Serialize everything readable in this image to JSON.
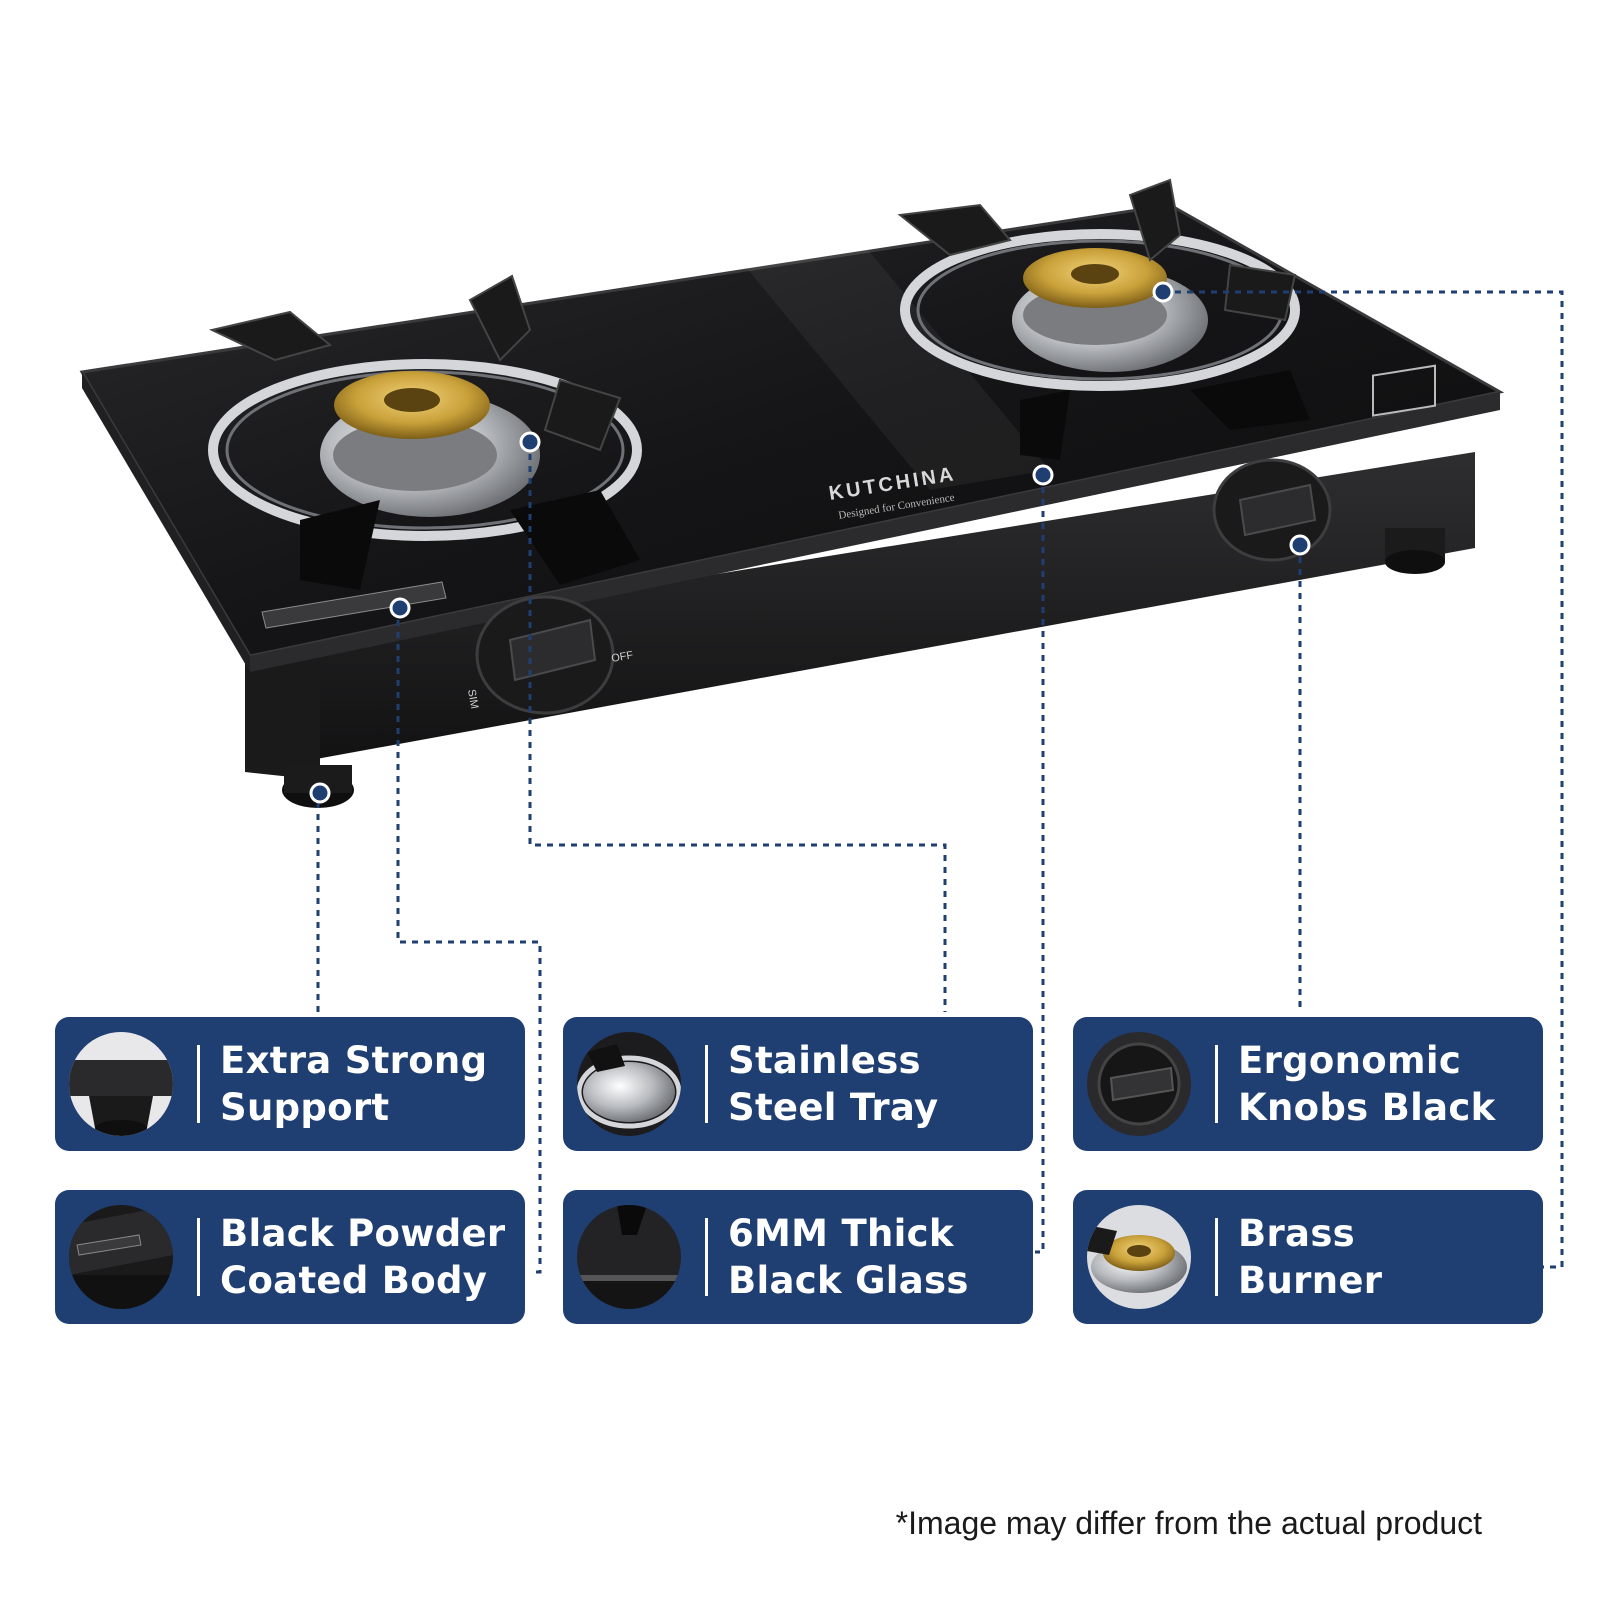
{
  "brand": {
    "logo": "KUTCHINA",
    "tagline": "Designed for Convenience"
  },
  "knob_marks": {
    "off": "OFF",
    "sim": "SIM"
  },
  "features": [
    {
      "line1": "Extra Strong",
      "line2": "Support",
      "icon": "stove-leg-icon"
    },
    {
      "line1": "Stainless",
      "line2": "Steel Tray",
      "icon": "steel-tray-icon"
    },
    {
      "line1": "Ergonomic",
      "line2": "Knobs Black",
      "icon": "knob-icon"
    },
    {
      "line1": "Black Powder",
      "line2": "Coated Body",
      "icon": "powder-body-icon"
    },
    {
      "line1": "6MM Thick",
      "line2": "Black Glass",
      "icon": "glass-icon"
    },
    {
      "line1": "Brass",
      "line2": "Burner",
      "icon": "brass-burner-icon"
    }
  ],
  "disclaimer": "*Image may differ from the actual product",
  "colors": {
    "card": "#1f3e72",
    "leader": "#1f3e72",
    "glass": "#1c1c1e",
    "brass": "#c9a13a"
  }
}
